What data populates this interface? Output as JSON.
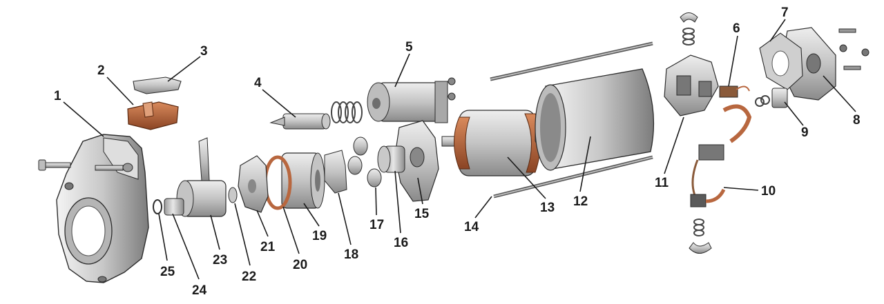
{
  "diagram": {
    "callouts": [
      {
        "id": "1",
        "label": "1"
      },
      {
        "id": "2",
        "label": "2"
      },
      {
        "id": "3",
        "label": "3"
      },
      {
        "id": "4",
        "label": "4"
      },
      {
        "id": "5",
        "label": "5"
      },
      {
        "id": "6",
        "label": "6"
      },
      {
        "id": "7",
        "label": "7"
      },
      {
        "id": "8",
        "label": "8"
      },
      {
        "id": "9",
        "label": "9"
      },
      {
        "id": "10",
        "label": "10"
      },
      {
        "id": "11",
        "label": "11"
      },
      {
        "id": "12",
        "label": "12"
      },
      {
        "id": "13",
        "label": "13"
      },
      {
        "id": "14",
        "label": "14"
      },
      {
        "id": "15",
        "label": "15"
      },
      {
        "id": "16",
        "label": "16"
      },
      {
        "id": "17",
        "label": "17"
      },
      {
        "id": "18",
        "label": "18"
      },
      {
        "id": "19",
        "label": "19"
      },
      {
        "id": "20",
        "label": "20"
      },
      {
        "id": "21",
        "label": "21"
      },
      {
        "id": "22",
        "label": "22"
      },
      {
        "id": "23",
        "label": "23"
      },
      {
        "id": "24",
        "label": "24"
      },
      {
        "id": "25",
        "label": "25"
      }
    ],
    "colors": {
      "metal_light": "#d9d9d9",
      "metal_mid": "#a8a8a8",
      "metal_dark": "#6e6e6e",
      "copper": "#b8673f",
      "copper_dark": "#7a3a1e",
      "outline": "#2b2b2b",
      "label": "#1a1a1a"
    }
  }
}
